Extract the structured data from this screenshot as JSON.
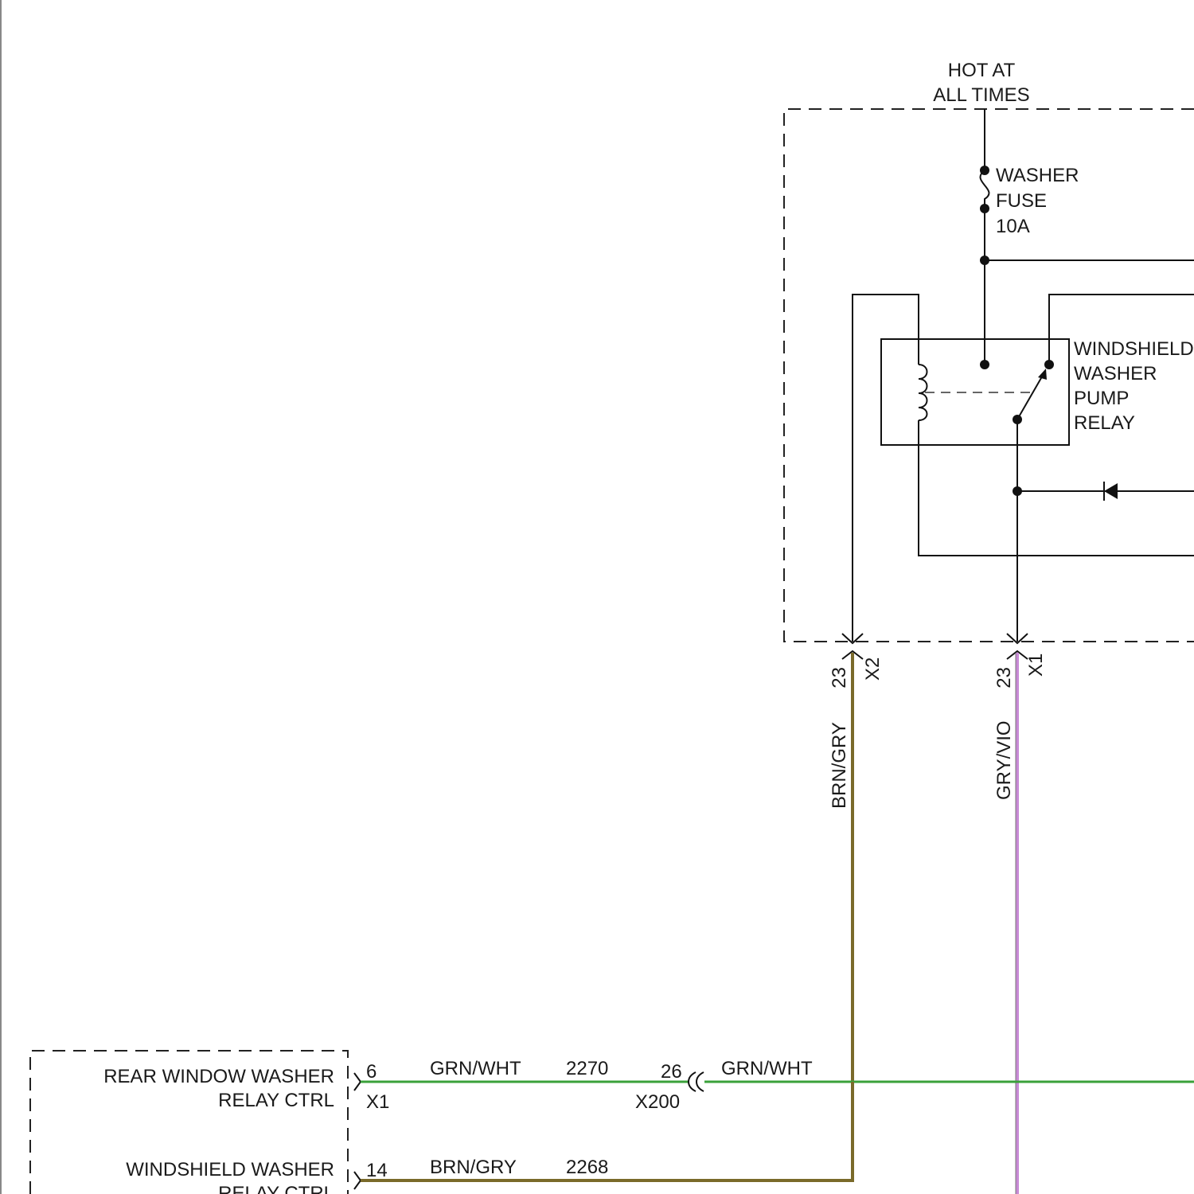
{
  "power": {
    "line1": "HOT AT",
    "line2": "ALL TIMES"
  },
  "fuse": {
    "line1": "WASHER",
    "line2": "FUSE",
    "line3": "10A"
  },
  "relay": {
    "line1": "WINDSHIELD",
    "line2": "WASHER",
    "line3": "PUMP",
    "line4": "RELAY"
  },
  "connectors": {
    "x2": {
      "pin": "23",
      "name": "X2"
    },
    "x1_top": {
      "pin": "23",
      "name": "X1"
    },
    "x1_left_a": {
      "pin": "6",
      "name": "X1"
    },
    "x1_left_b": {
      "pin": "14"
    },
    "x200": {
      "pin": "26",
      "name": "X200"
    }
  },
  "wires": {
    "brn_gry_vertical": {
      "color_label": "BRN/GRY",
      "color": "#7a6a2a"
    },
    "gry_vio_vertical": {
      "color_label": "GRY/VIO",
      "color": "#c88ad6"
    },
    "grn_wht_left": {
      "color_label": "GRN/WHT",
      "circuit": "2270",
      "color": "#3aa13a"
    },
    "grn_wht_right": {
      "color_label": "GRN/WHT"
    },
    "brn_gry_bottom": {
      "color_label": "BRN/GRY",
      "circuit": "2268"
    }
  },
  "module": {
    "rear_label_1": "REAR WINDOW WASHER",
    "rear_label_2": "RELAY CTRL",
    "ws_label_1": "WINDSHIELD WASHER",
    "ws_label_2": "RELAY CTRL"
  }
}
